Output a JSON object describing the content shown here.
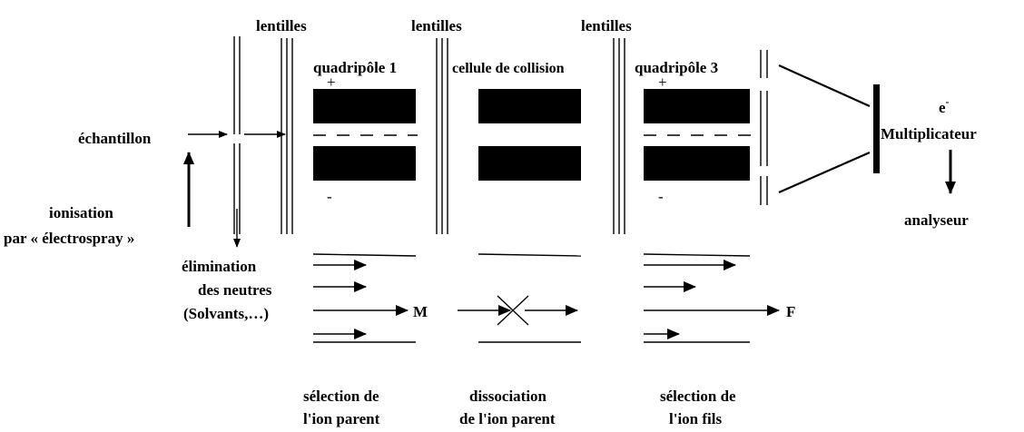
{
  "labels": {
    "lentilles_1": "lentilles",
    "lentilles_2": "lentilles",
    "lentilles_3": "lentilles",
    "quadripole_1": "quadripôle 1",
    "cellule": "cellule de collision",
    "quadripole_3": "quadripôle 3",
    "echantillon": "échantillon",
    "ionisation_1": "ionisation",
    "ionisation_2": "par « électrospray »",
    "plus_1": "+",
    "minus_1": "-",
    "plus_3": "+",
    "minus_3": "-",
    "electron": "e",
    "electron_sup": "-",
    "multiplicateur": "Multiplicateur",
    "analyseur": "analyseur",
    "elimination_1": "élimination",
    "elimination_2": "des neutres",
    "elimination_3": "(Solvants,…)",
    "ion_m": "M",
    "ion_f": "F",
    "selection_parent_1": "sélection de",
    "selection_parent_2": "l'ion parent",
    "dissociation_1": "dissociation",
    "dissociation_2": "de l'ion parent",
    "selection_fils_1": "sélection de",
    "selection_fils_2": "l'ion fils"
  }
}
